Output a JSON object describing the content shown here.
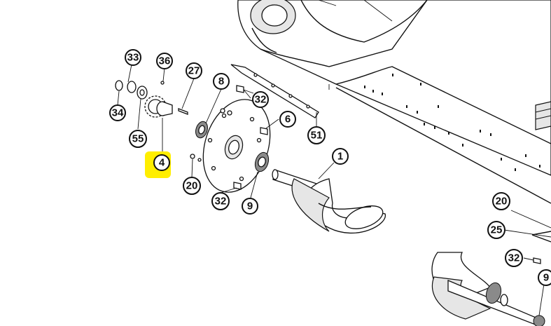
{
  "highlight_color": "#ffee00",
  "callouts": [
    {
      "id": "c33a",
      "label": "33"
    },
    {
      "id": "c36",
      "label": "36"
    },
    {
      "id": "c27",
      "label": "27"
    },
    {
      "id": "c8",
      "label": "8"
    },
    {
      "id": "c32a",
      "label": "32"
    },
    {
      "id": "c6",
      "label": "6"
    },
    {
      "id": "c51",
      "label": "51"
    },
    {
      "id": "c34",
      "label": "34"
    },
    {
      "id": "c55",
      "label": "55"
    },
    {
      "id": "c4",
      "label": "4",
      "highlighted": true
    },
    {
      "id": "c20a",
      "label": "20"
    },
    {
      "id": "c32b",
      "label": "32"
    },
    {
      "id": "c9a",
      "label": "9"
    },
    {
      "id": "c1",
      "label": "1"
    },
    {
      "id": "c20b",
      "label": "20"
    },
    {
      "id": "c25",
      "label": "25"
    },
    {
      "id": "c32c",
      "label": "32"
    },
    {
      "id": "c9b",
      "label": "9"
    }
  ]
}
